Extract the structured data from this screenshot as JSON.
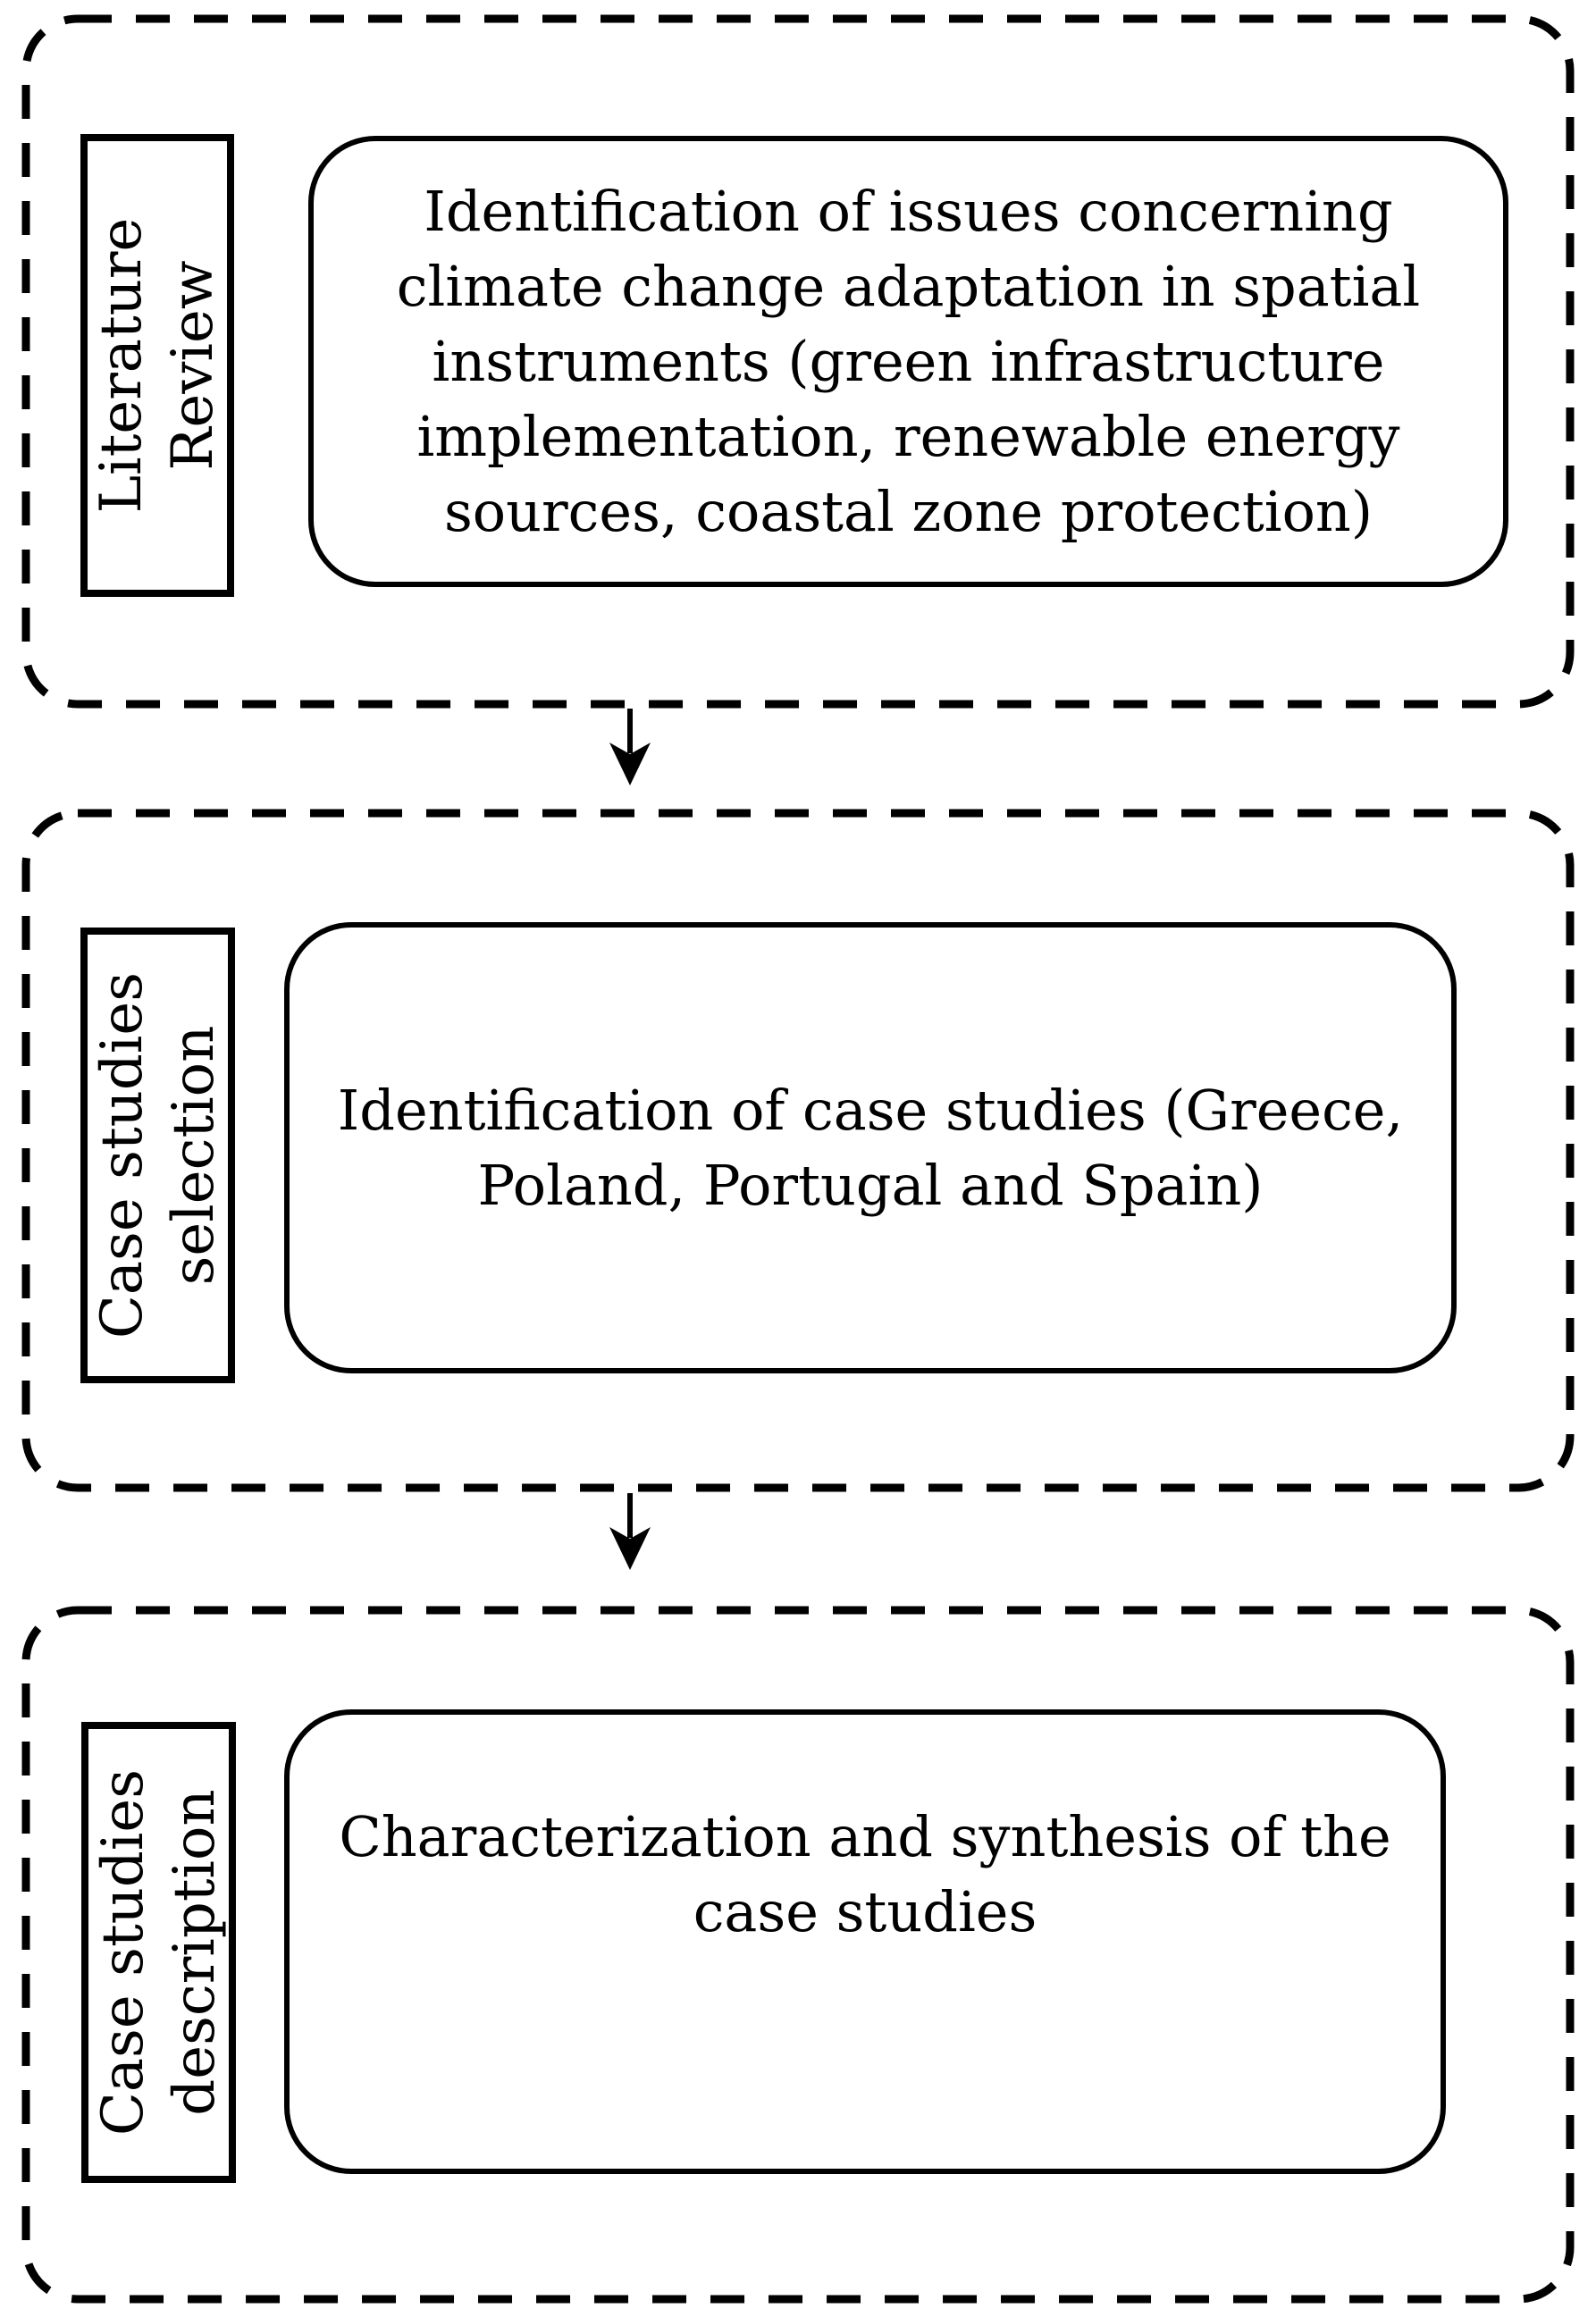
{
  "diagram": {
    "title_implicit": "Research methodology flowchart",
    "colors": {
      "ink": "#000000",
      "background": "#ffffff"
    },
    "stages": [
      {
        "id": "literature-review",
        "label_lines": [
          "Literature",
          "Review"
        ],
        "box_lines": [
          "Identification of issues concerning",
          "climate change adaptation in spatial",
          "instruments (green infrastructure",
          "implementation, renewable energy",
          "sources, coastal zone protection)"
        ]
      },
      {
        "id": "case-studies-selection",
        "label_lines": [
          "Case studies",
          "selection"
        ],
        "box_lines": [
          "Identification of case studies (Greece,",
          "Poland, Portugal and Spain)"
        ]
      },
      {
        "id": "case-studies-description",
        "label_lines": [
          "Case studies",
          "description"
        ],
        "box_lines": [
          "Characterization and synthesis of the",
          "case studies"
        ]
      }
    ]
  }
}
